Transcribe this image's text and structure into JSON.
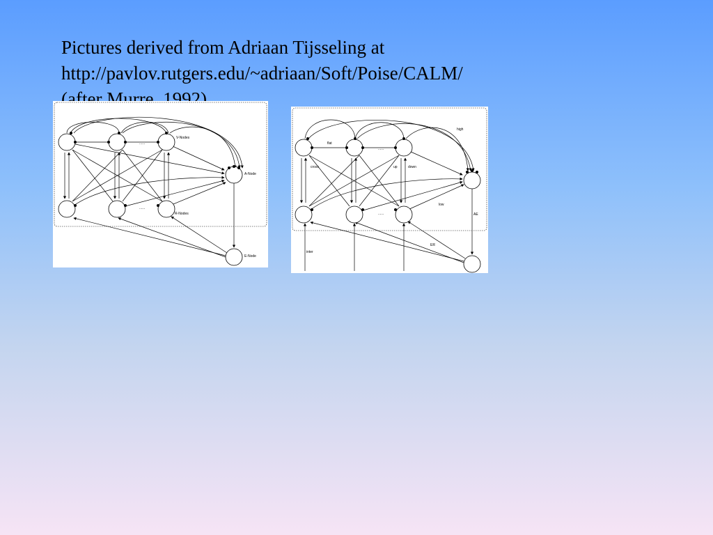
{
  "slide": {
    "caption_lines": [
      "Pictures derived from Adriaan Tijsseling at",
      "http://pavlov.rutgers.edu/~adriaan/Soft/Poise/CALM/",
      "(after Murre, 1992)"
    ]
  },
  "diagram1": {
    "labels": {
      "v_nodes": "V-Nodes",
      "r_nodes": "R-Nodes",
      "a_node": "A-Node",
      "e_node": "E-Node",
      "ellipsis_top": "......",
      "ellipsis_bottom": "......"
    }
  },
  "diagram2": {
    "labels": {
      "high": "high",
      "flat": "flat",
      "cross": "cross",
      "up": "up",
      "down": "down",
      "low": "low",
      "ae": "AE",
      "er": "ER",
      "inter": "inter",
      "ellipsis_top": "......",
      "ellipsis_bottom": "......"
    }
  }
}
